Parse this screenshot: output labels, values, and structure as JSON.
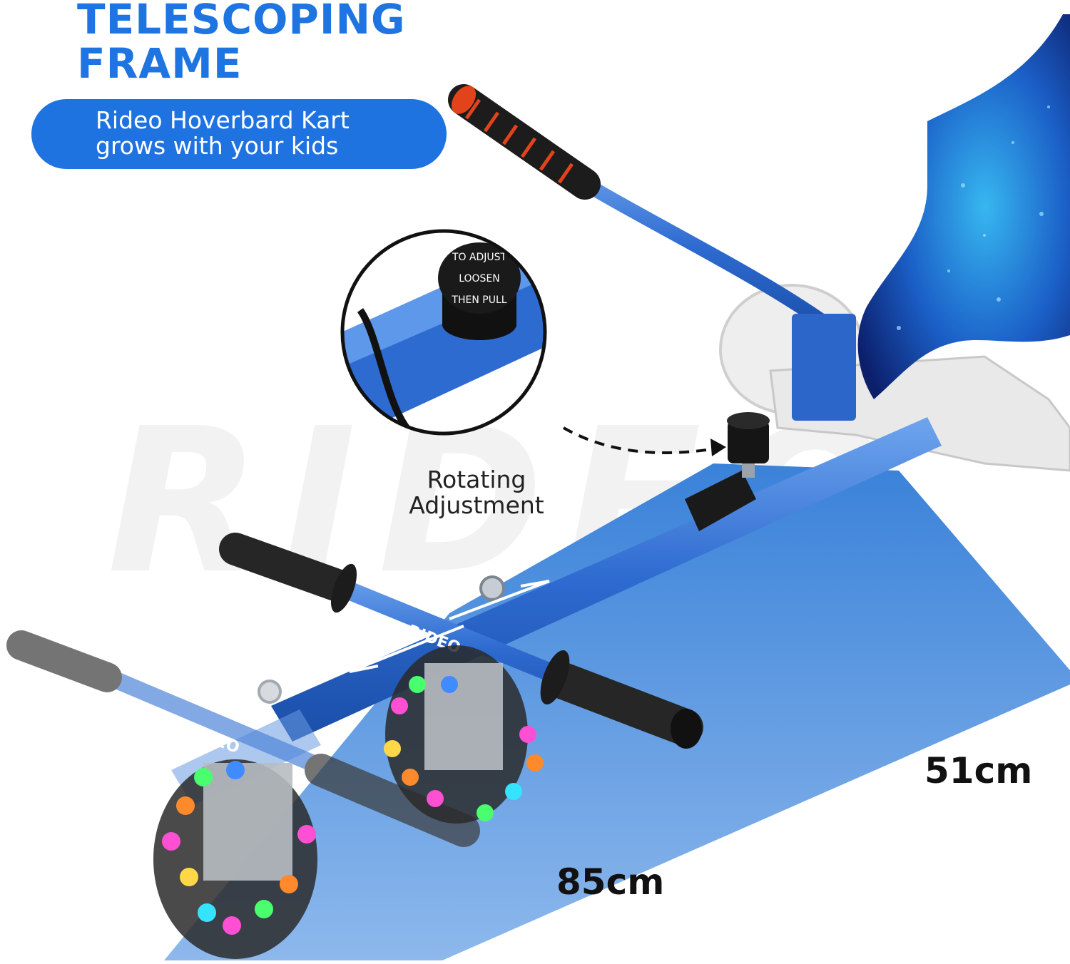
{
  "headline": {
    "line1": "TELESCOPING",
    "line2": "FRAME"
  },
  "subheadline": {
    "line1": "Rideo Hoverbard Kart",
    "line2": "grows with your kids"
  },
  "callout": {
    "label_line1": "Rotating",
    "label_line2": "Adjustment",
    "knob_text": [
      "TO ADJUST",
      "LOOSEN",
      "THEN PULL"
    ]
  },
  "dimensions": {
    "width": "51cm",
    "length": "85cm"
  },
  "watermark": "RIDEO",
  "frame_logo": "RIDEO",
  "colors": {
    "brand_blue": "#1e74e0",
    "frame_blue": "#2f6fd4",
    "floor_blue": "#3f86dc",
    "grip_black": "#2a2a2a",
    "handle_red": "#e2431b"
  }
}
